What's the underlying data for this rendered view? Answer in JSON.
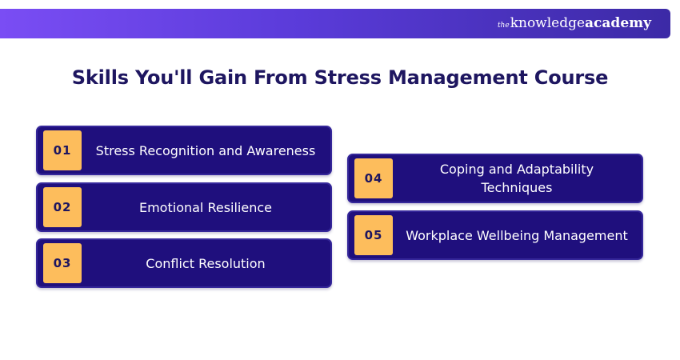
{
  "header": {
    "brand_prefix": "the",
    "brand_main": "knowledge",
    "brand_bold": "academy"
  },
  "title": "Skills You'll Gain From Stress Management Course",
  "skills": [
    {
      "number": "01",
      "label": "Stress Recognition and Awareness"
    },
    {
      "number": "02",
      "label": "Emotional Resilience"
    },
    {
      "number": "03",
      "label": "Conflict Resolution"
    },
    {
      "number": "04",
      "label": "Coping and Adaptability Techniques"
    },
    {
      "number": "05",
      "label": "Workplace Wellbeing Management"
    }
  ],
  "colors": {
    "banner_start": "#7a4df4",
    "banner_end": "#3c2aa6",
    "title_text": "#1e1660",
    "card_background": "#1f0f7d",
    "number_box": "#fdbd5c"
  }
}
